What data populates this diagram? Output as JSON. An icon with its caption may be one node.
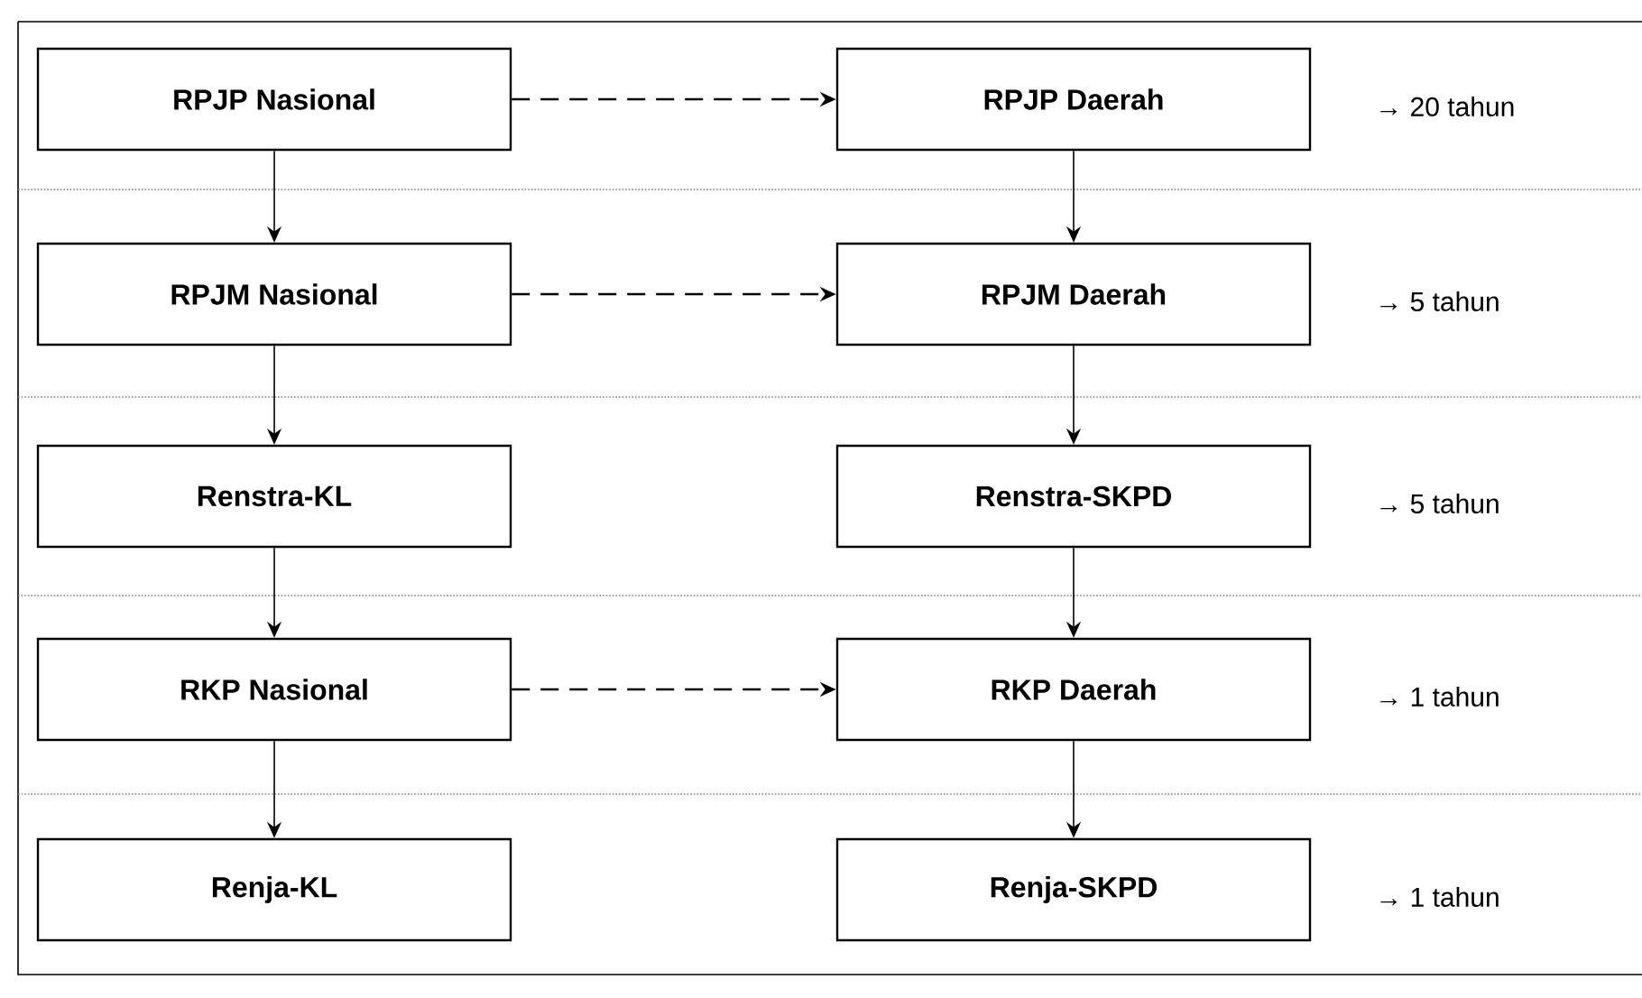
{
  "diagram": {
    "nodes": [
      {
        "text": [
          "RPJP Nasional"
        ]
      },
      {
        "text": [
          "RPJP Daerah"
        ],
        "beside": [
          "→ 20 tahun"
        ]
      },
      {
        "text": [
          "RPJM Nasional"
        ]
      },
      {
        "text": [
          "RPJM Daerah"
        ],
        "beside": [
          "→ 5 tahun"
        ]
      },
      {
        "text": [
          "Renstra-KL"
        ]
      },
      {
        "text": [
          "Renstra-SKPD"
        ],
        "beside": [
          "→ 5 tahun"
        ]
      },
      {
        "text": [
          "RKP Nasional"
        ]
      },
      {
        "text": [
          "RKP Daerah"
        ],
        "beside": [
          "→ 1 tahun"
        ]
      },
      {
        "text": [
          "Renja-KL"
        ]
      },
      {
        "text": [
          "Renja-SKPD"
        ],
        "beside": [
          "→ 1 tahun"
        ]
      }
    ],
    "edges": [
      {
        "from": 0,
        "to": 1,
        "arrow": "to",
        "style": "dashed"
      },
      {
        "from": 2,
        "to": 3,
        "arrow": "to",
        "style": "dashed"
      },
      {
        "from": 6,
        "to": 7,
        "arrow": "to",
        "style": "dashed"
      },
      {
        "from": 0,
        "to": 2,
        "arrow": "to"
      },
      {
        "from": 2,
        "to": 4,
        "arrow": "to"
      },
      {
        "from": 4,
        "to": 6,
        "arrow": "to"
      },
      {
        "from": 6,
        "to": 8,
        "arrow": "to"
      },
      {
        "from": 1,
        "to": 3,
        "arrow": "to"
      },
      {
        "from": 3,
        "to": 5,
        "arrow": "to"
      },
      {
        "from": 5,
        "to": 7,
        "arrow": "to"
      },
      {
        "from": 7,
        "to": 9,
        "arrow": "to"
      }
    ]
  }
}
